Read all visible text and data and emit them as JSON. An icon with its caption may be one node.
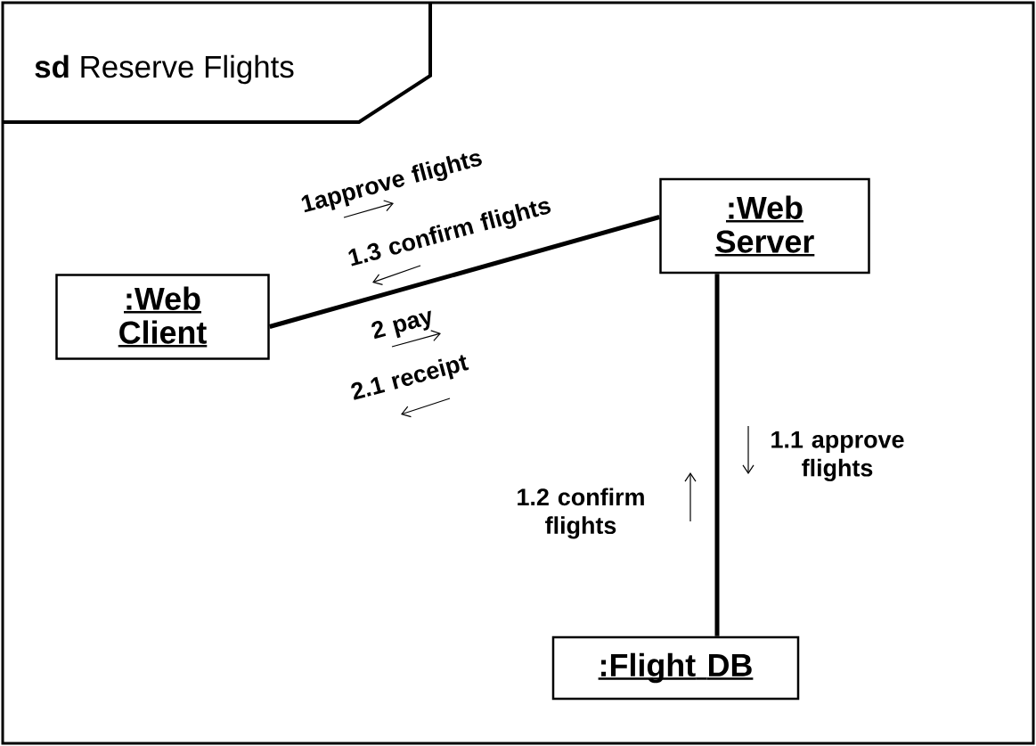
{
  "diagram": {
    "nodes": [
      {
        "text": [
          "**sd** Reserve Flights"
        ]
      },
      {
        "text": [
          ":Web Client"
        ],
        "in": 0
      },
      {
        "text": [
          ":Web Server"
        ],
        "in": 0
      },
      {
        "text": [
          ":Flight DB"
        ],
        "in": 0
      }
    ],
    "edges": [
      {
        "from": 1,
        "to": 2,
        "arrow": "none"
      },
      {
        "from": 2,
        "to": 3,
        "arrow": "none"
      }
    ],
    "labels": [
      "1approve flights",
      "1.3 confirm flights",
      "2 pay",
      "2.1 receipt",
      "1.1 approve flights",
      "1.2 confirm flights"
    ]
  }
}
